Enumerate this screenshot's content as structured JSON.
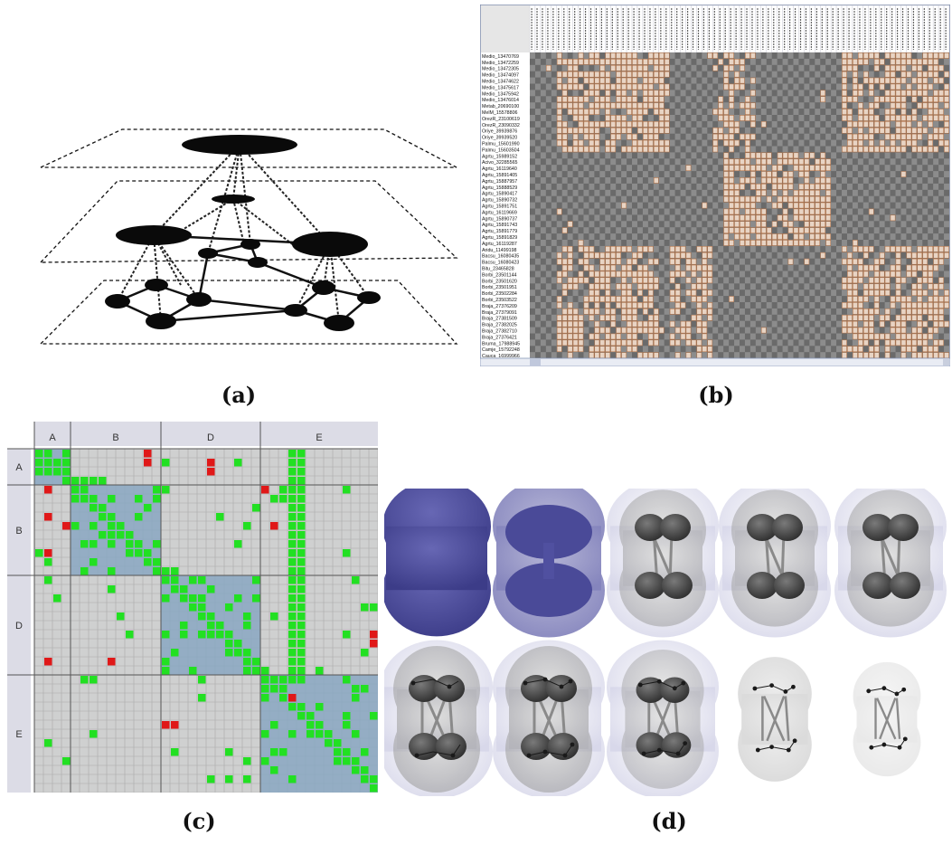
{
  "captions": {
    "a": "(a)",
    "b": "(b)",
    "c": "(c)",
    "d": "(d)"
  },
  "matrix_c": {
    "groups": [
      "A",
      "B",
      "D",
      "E"
    ],
    "colors": {
      "cell_bg": "#cfd0d0",
      "grid_line": "#a9aaaa",
      "block_bg": "#8aa7c2",
      "green": "#22e022",
      "red": "#e01818",
      "header_bg": "#dcdce6"
    }
  },
  "matrix_b": {
    "row_labels": [
      "Medio_13470769",
      "Medio_13472259",
      "Medio_13472305",
      "Medio_13474097",
      "Medio_13474622",
      "Medio_13475617",
      "Medio_13475942",
      "Medio_13476014",
      "Metab_20690100",
      "MelM_15578806",
      "OrezR_23100619",
      "OrezR_23090332",
      "Oriye_39939876",
      "Oriye_39939520",
      "Palmu_15601990",
      "Palmu_15603504",
      "Agrtu_15989152",
      "Acivo_32285565",
      "Agrtu_16119640",
      "Agrtu_15891405",
      "Agrtu_15887957",
      "Agrtu_15888529",
      "Agrtu_15890417",
      "Agrtu_15890732",
      "Agrtu_15891751",
      "Agrtu_16119669",
      "Agrtu_15890737",
      "Agrtu_15891743",
      "Agrtu_15891779",
      "Agrtu_15891829",
      "Agrtu_16119287",
      "Aridu_11499198",
      "Bacsu_16080435",
      "Bacsu_16080423",
      "Bitu_23465828",
      "Borbi_23501144",
      "Borbi_23501620",
      "Borbi_23501951",
      "Borbi_23502284",
      "Borbi_23503522",
      "Braja_27376209",
      "Braja_27379091",
      "Braja_27381509",
      "Braja_27382025",
      "Braja_27382710",
      "Braja_27376421",
      "Bruma_17988945",
      "Camje_15792248",
      "Cauca_16999966"
    ],
    "colors": {
      "bg": "#6a6a6a",
      "light": "#8c8c8c",
      "mark": "#e8d4c4",
      "mark_edge": "#b06a3c",
      "label_bg": "#ffffff"
    }
  },
  "network_a": {
    "colors": {
      "node": "#0a0a0a",
      "line": "#222222"
    }
  },
  "blobs_d": {
    "colors": {
      "solid": "#4f4f9c",
      "halo": "#c7c7e0",
      "node": "#3a3a3a",
      "edge": "#8a8a8a"
    }
  }
}
